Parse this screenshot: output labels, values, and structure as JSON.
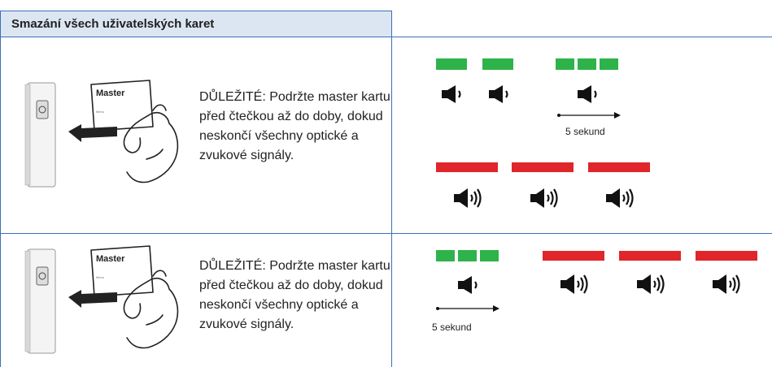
{
  "header": {
    "title": "Smazání všech uživatelských karet"
  },
  "rows": [
    {
      "card_label": "Master",
      "text": "DŮLEŽITÉ: Podržte master kartu před čtečkou až do doby, dokud neskončí všechny optické a zvukové signály.",
      "timeline_label": "5 sekund"
    },
    {
      "card_label": "Master",
      "text": "DŮLEŽITÉ: Podržte master kartu před čtečkou až do doby, dokud neskončí všechny optické a zvukové signály.",
      "timeline_label": "5 sekund"
    }
  ],
  "colors": {
    "green": "#2db34a",
    "red": "#e0252b",
    "border": "#3d6fb6",
    "header_bg": "#dce6f2"
  },
  "icons": [
    "speaker-quiet-icon",
    "speaker-loud-icon",
    "arrow-icon",
    "card-reader-icon",
    "hand-card-icon"
  ]
}
